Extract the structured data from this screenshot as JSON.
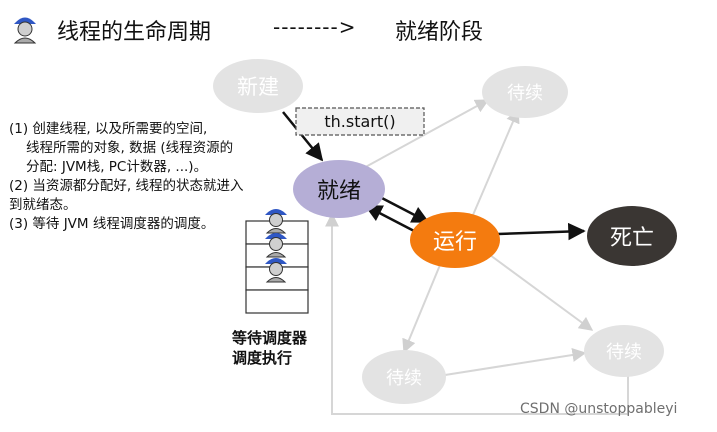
{
  "header": {
    "title": "线程的生命周期",
    "arrow": "-------->",
    "stage": "就绪阶段"
  },
  "states": {
    "new": "新建",
    "ready": "就绪",
    "running": "运行",
    "dead": "死亡",
    "wait_top": "待续",
    "wait_bottom_left": "待续",
    "wait_bottom_right": "待续"
  },
  "start_call": "th.start()",
  "notes": {
    "line1": "(1) 创建线程, 以及所需要的空间,",
    "line2": "线程所需的对象, 数据 (线程资源的",
    "line3": "分配: JVM栈, PC计数器, ...)。",
    "line4": "(2) 当资源都分配好, 线程的状态就进入",
    "line5": "到就绪态。",
    "line6": "(3) 等待 JVM 线程调度器的调度。"
  },
  "queue": {
    "caption_line1": "等待调度器",
    "caption_line2": "调度执行"
  },
  "watermark": "CSDN @unstoppableyi",
  "colors": {
    "ready": "#b5aed6",
    "running": "#f47b0f",
    "dead": "#3a3633",
    "faded_node": "#e3e3e3",
    "faded_text": "#ffffff",
    "faded_edge": "#d6d6d6"
  }
}
